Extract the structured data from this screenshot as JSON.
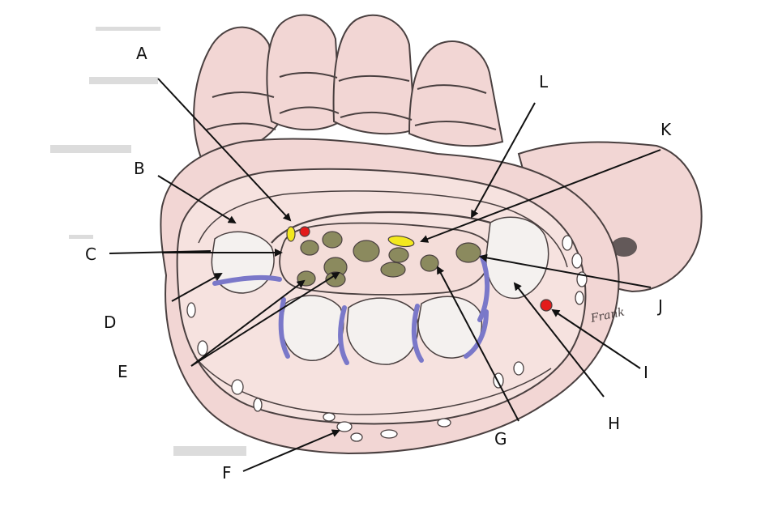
{
  "labels": [
    {
      "id": "A",
      "text": "A"
    },
    {
      "id": "B",
      "text": "B"
    },
    {
      "id": "C",
      "text": "C"
    },
    {
      "id": "D",
      "text": "D"
    },
    {
      "id": "E",
      "text": "E"
    },
    {
      "id": "F",
      "text": "F"
    },
    {
      "id": "G",
      "text": "G"
    },
    {
      "id": "H",
      "text": "H"
    },
    {
      "id": "I",
      "text": "I"
    },
    {
      "id": "J",
      "text": "J"
    },
    {
      "id": "K",
      "text": "K"
    },
    {
      "id": "L",
      "text": "L"
    }
  ],
  "signature": "Frank",
  "colors": {
    "skin": "#f2d6d4",
    "skin_dark": "#e3bcb9",
    "tendon": "#8b8a5e",
    "nerve": "#f3e81e",
    "artery": "#e31b1b",
    "blue_band": "#7a78c9",
    "bone": "#f4f1ef",
    "outline": "#4a4040"
  }
}
